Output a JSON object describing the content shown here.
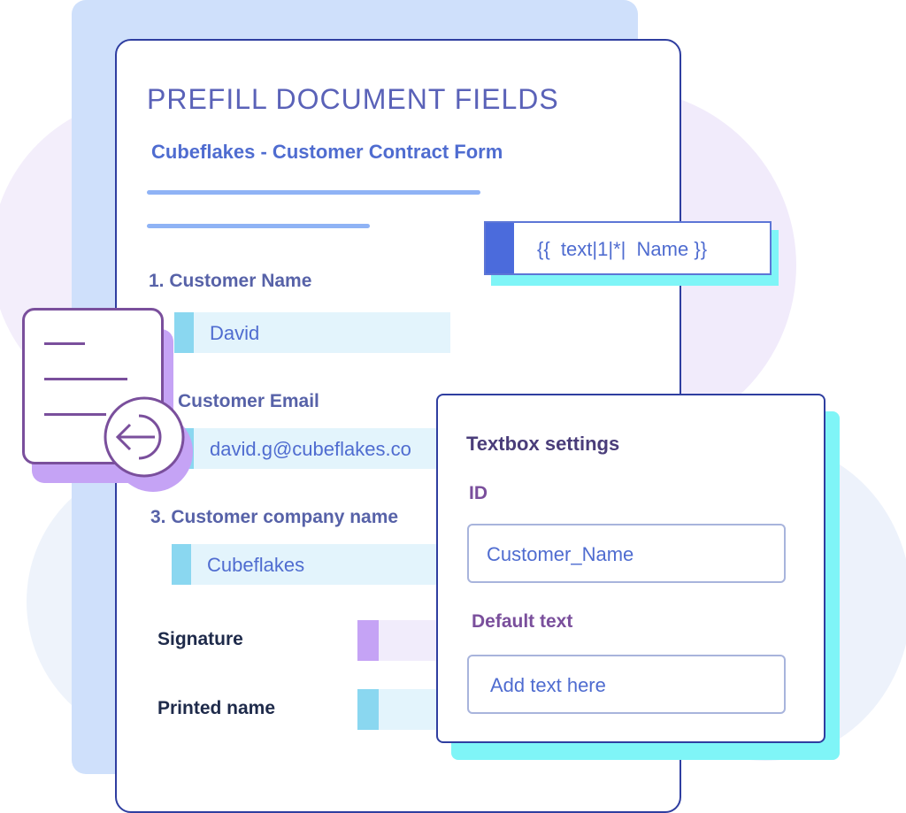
{
  "title": "PREFILL DOCUMENT FIELDS",
  "subtitle": "Cubeflakes - Customer Contract Form",
  "tag": "{{  text|1|*|  Name }}",
  "fields": [
    {
      "label": "1. Customer Name",
      "value": "David"
    },
    {
      "label": "Customer Email",
      "value": "david.g@cubeflakes.co"
    },
    {
      "label": "3. Customer company name",
      "value": "Cubeflakes"
    }
  ],
  "signature_label": "Signature",
  "printed_name_label": "Printed name",
  "settings": {
    "title": "Textbox settings",
    "id_label": "ID",
    "id_value": "Customer_Name",
    "default_label": "Default text",
    "default_placeholder": "Add text here"
  },
  "colors": {
    "accent": "#4b6bdc",
    "cyan": "#7ff5f7",
    "purple": "#c5a3f5",
    "border": "#2f3ea0"
  }
}
